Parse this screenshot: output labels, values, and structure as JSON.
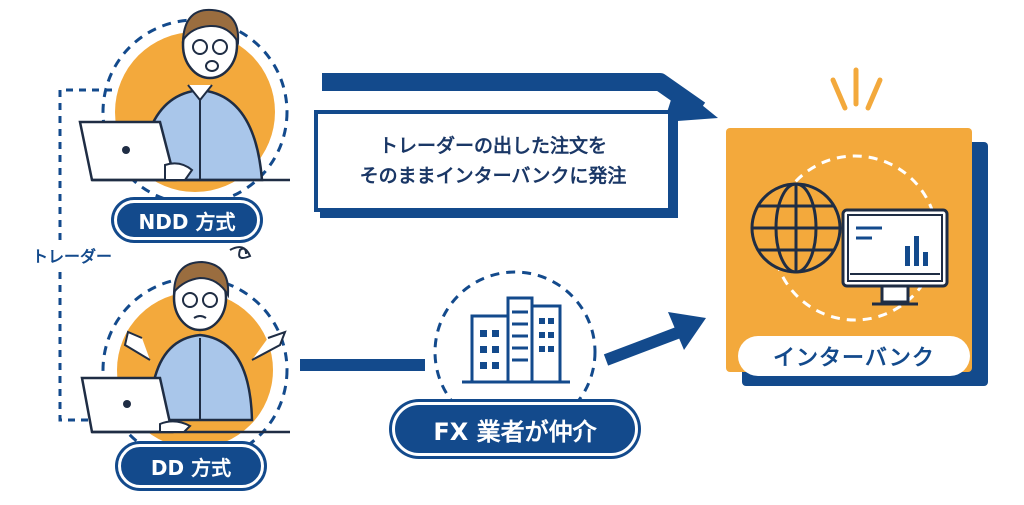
{
  "nodes": {
    "ndd_label": "NDD 方式",
    "dd_label": "DD 方式",
    "trader_label": "トレーダー",
    "broker_label": "FX 業者が仲介",
    "interbank_label": "インターバンク"
  },
  "note": {
    "line1": "トレーダーの出した注文を",
    "line2": "そのままインターバンクに発注"
  },
  "colors": {
    "navy": "#134a8c",
    "orange": "#f3a93c",
    "shirt": "#a9c6ea",
    "white": "#ffffff"
  }
}
